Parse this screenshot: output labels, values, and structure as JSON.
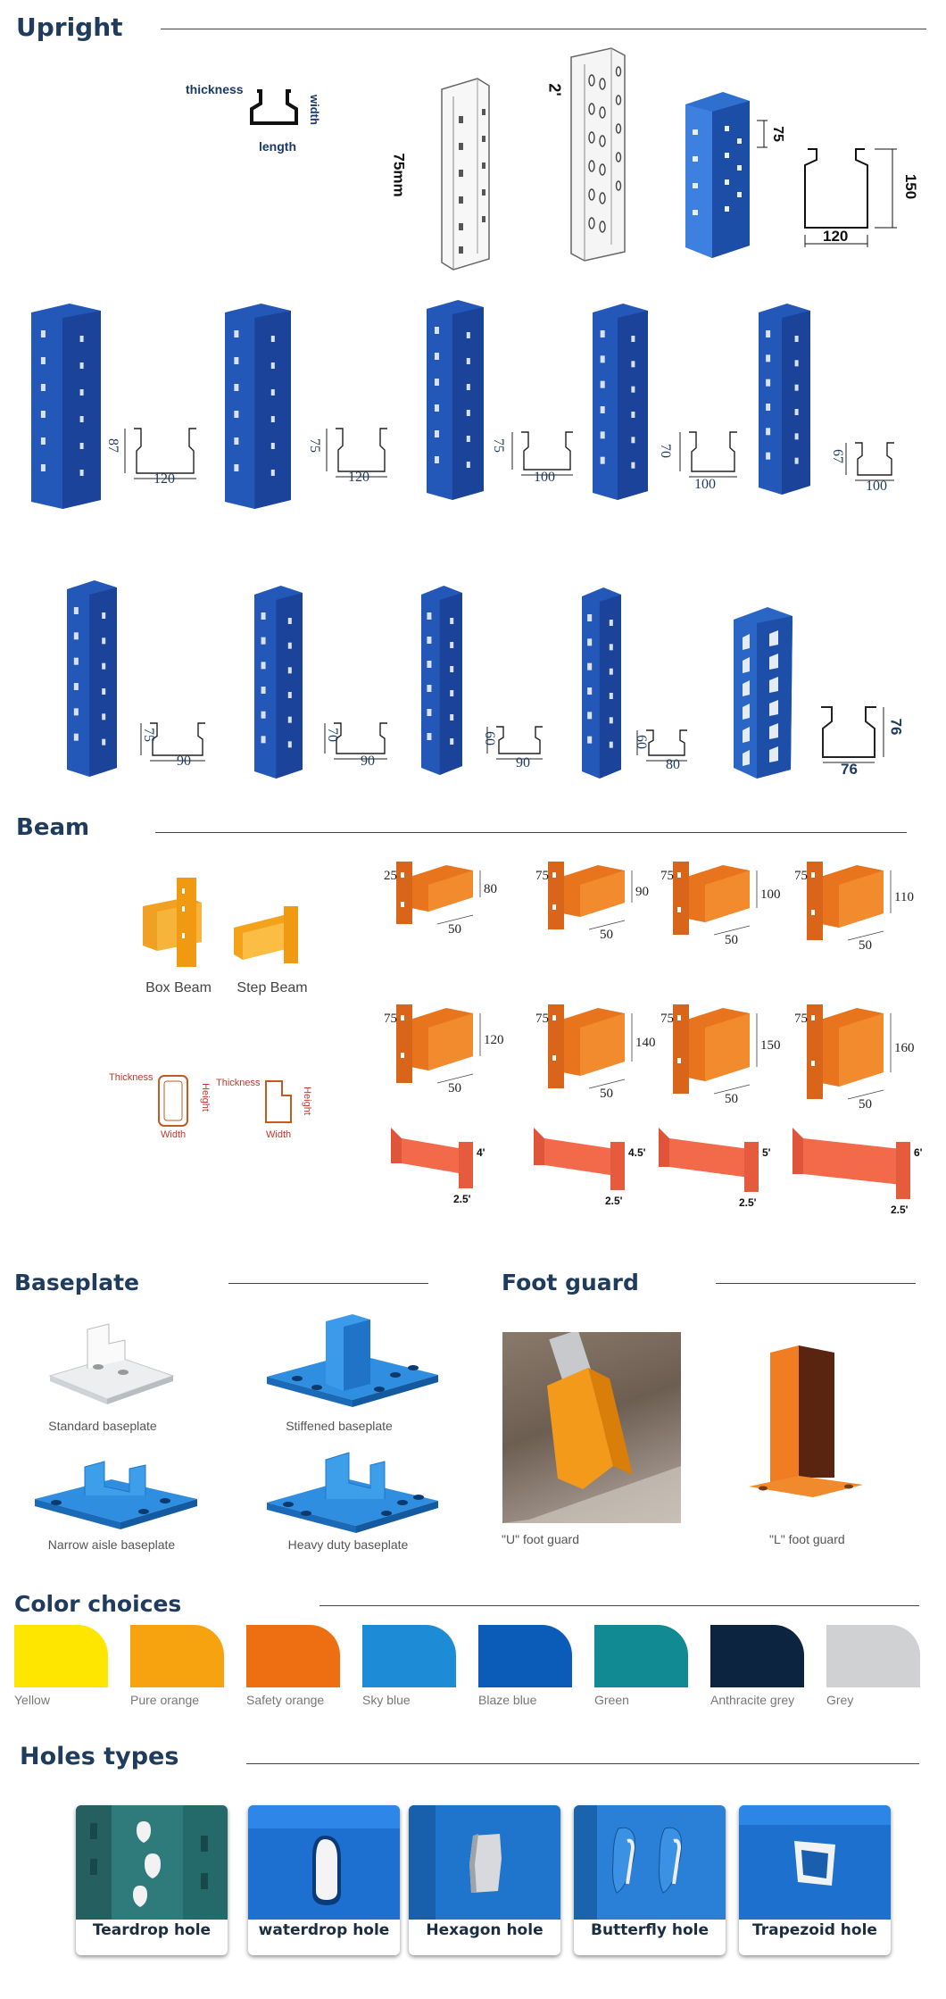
{
  "upright": {
    "title": "Upright",
    "profile_labels": {
      "thickness": "thickness",
      "width": "width",
      "length": "length"
    },
    "height_75": "75mm",
    "height_2": "2'",
    "top_dims": {
      "side": "75",
      "height": "150",
      "width": "120"
    },
    "row1": [
      {
        "h": "87",
        "w": "120"
      },
      {
        "h": "75",
        "w": "120"
      },
      {
        "h": "75",
        "w": "100"
      },
      {
        "h": "70",
        "w": "100"
      },
      {
        "h": "67",
        "w": "100"
      }
    ],
    "row2": [
      {
        "h": "75",
        "w": "90"
      },
      {
        "h": "70",
        "w": "90"
      },
      {
        "h": "60",
        "w": "90"
      },
      {
        "h": "60",
        "w": "80"
      },
      {
        "h": "76",
        "w": "76"
      }
    ]
  },
  "beam": {
    "title": "Beam",
    "box_beam": "Box Beam",
    "step_beam": "Step Beam",
    "profile_labels": {
      "thickness": "Thickness",
      "height": "Height",
      "width": "Width"
    },
    "row1": [
      {
        "side": "25",
        "h": "80",
        "w": "50"
      },
      {
        "side": "75",
        "h": "90",
        "w": "50"
      },
      {
        "side": "75",
        "h": "100",
        "w": "50"
      },
      {
        "side": "75",
        "h": "110",
        "w": "50"
      }
    ],
    "row2": [
      {
        "side": "75",
        "h": "120",
        "w": "50"
      },
      {
        "side": "75",
        "h": "140",
        "w": "50"
      },
      {
        "side": "75",
        "h": "150",
        "w": "50"
      },
      {
        "side": "75",
        "h": "160",
        "w": "50"
      }
    ],
    "row3": [
      {
        "h": "4'",
        "w": "2.5'"
      },
      {
        "h": "4.5'",
        "w": "2.5'"
      },
      {
        "h": "5'",
        "w": "2.5'"
      },
      {
        "h": "6'",
        "w": "2.5'"
      }
    ]
  },
  "baseplate": {
    "title": "Baseplate",
    "items": [
      "Standard baseplate",
      "Stiffened baseplate",
      "Narrow aisle baseplate",
      "Heavy duty baseplate"
    ]
  },
  "footguard": {
    "title": "Foot guard",
    "items": [
      "\"U\" foot guard",
      "\"L\" foot guard"
    ]
  },
  "colors": {
    "title": "Color choices",
    "items": [
      {
        "name": "Yellow",
        "hex": "#ffe600"
      },
      {
        "name": "Pure orange",
        "hex": "#f7a20f"
      },
      {
        "name": "Safety orange",
        "hex": "#ee6f12"
      },
      {
        "name": "Sky blue",
        "hex": "#1e8bd6"
      },
      {
        "name": "Blaze blue",
        "hex": "#0a5cb8"
      },
      {
        "name": "Green",
        "hex": "#128a93"
      },
      {
        "name": "Anthracite grey",
        "hex": "#0c2440"
      },
      {
        "name": "Grey",
        "hex": "#cfd1d3"
      }
    ]
  },
  "holes": {
    "title": "Holes types",
    "items": [
      "Teardrop hole",
      "waterdrop hole",
      "Hexagon hole",
      "Butterfly hole",
      "Trapezoid hole"
    ]
  }
}
